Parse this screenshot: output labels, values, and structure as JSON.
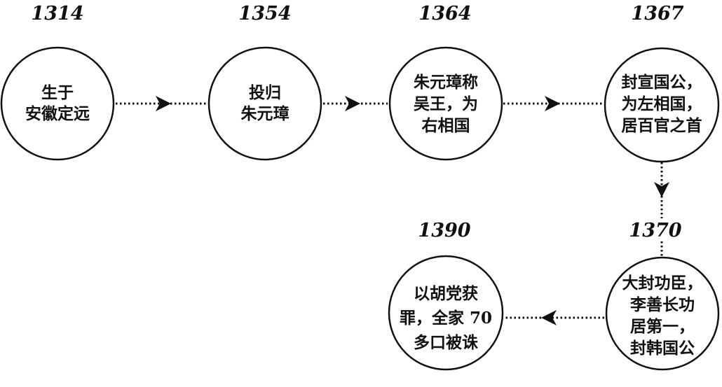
{
  "title": "李善长生平时间线",
  "events": [
    {
      "year": "1314",
      "lines": [
        "生于",
        "安徽定远"
      ]
    },
    {
      "year": "1354",
      "lines": [
        "投归",
        "朱元璋"
      ]
    },
    {
      "year": "1364",
      "lines": [
        "朱元璋称",
        "吴王，为",
        "右相国"
      ]
    },
    {
      "year": "1367",
      "lines": [
        "封宣国公，",
        "为左相国，",
        "居百官之首"
      ]
    },
    {
      "year": "1370",
      "lines": [
        "大封功臣，",
        "李善长功",
        "居第一，",
        "封韩国公"
      ]
    },
    {
      "year": "1390",
      "lines": [
        "以胡党获",
        "罪，全家 70",
        "多口被诛"
      ]
    }
  ]
}
